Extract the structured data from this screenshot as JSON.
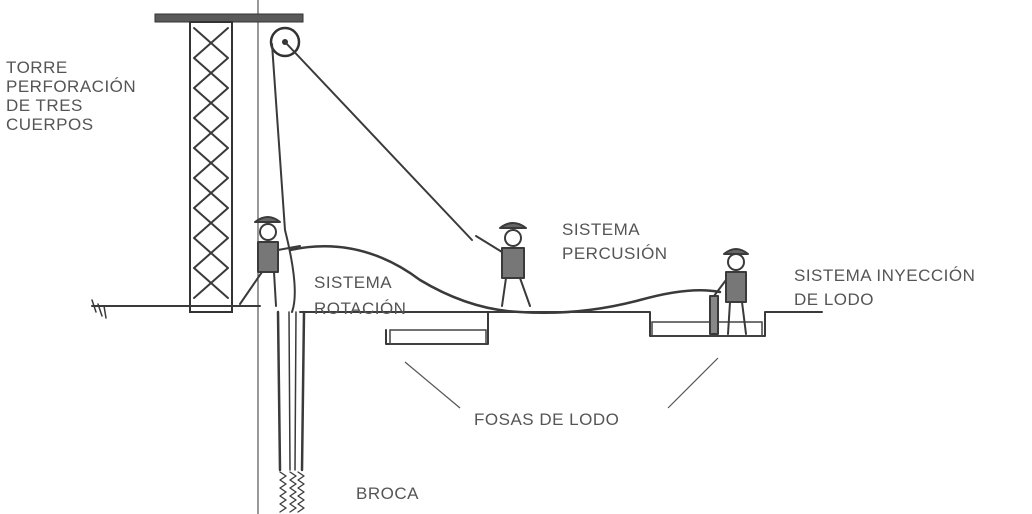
{
  "labels": {
    "tower": [
      "TORRE",
      "PERFORACIÓN",
      "DE TRES",
      "CUERPOS"
    ],
    "rotation": [
      "SISTEMA",
      "ROTACIÓN"
    ],
    "percussion": [
      "SISTEMA",
      "PERCUSIÓN"
    ],
    "mud_injection": [
      "SISTEMA INYECCIÓN",
      "DE LODO"
    ],
    "mud_pits": "FOSAS DE LODO",
    "bit": "BROCA"
  }
}
